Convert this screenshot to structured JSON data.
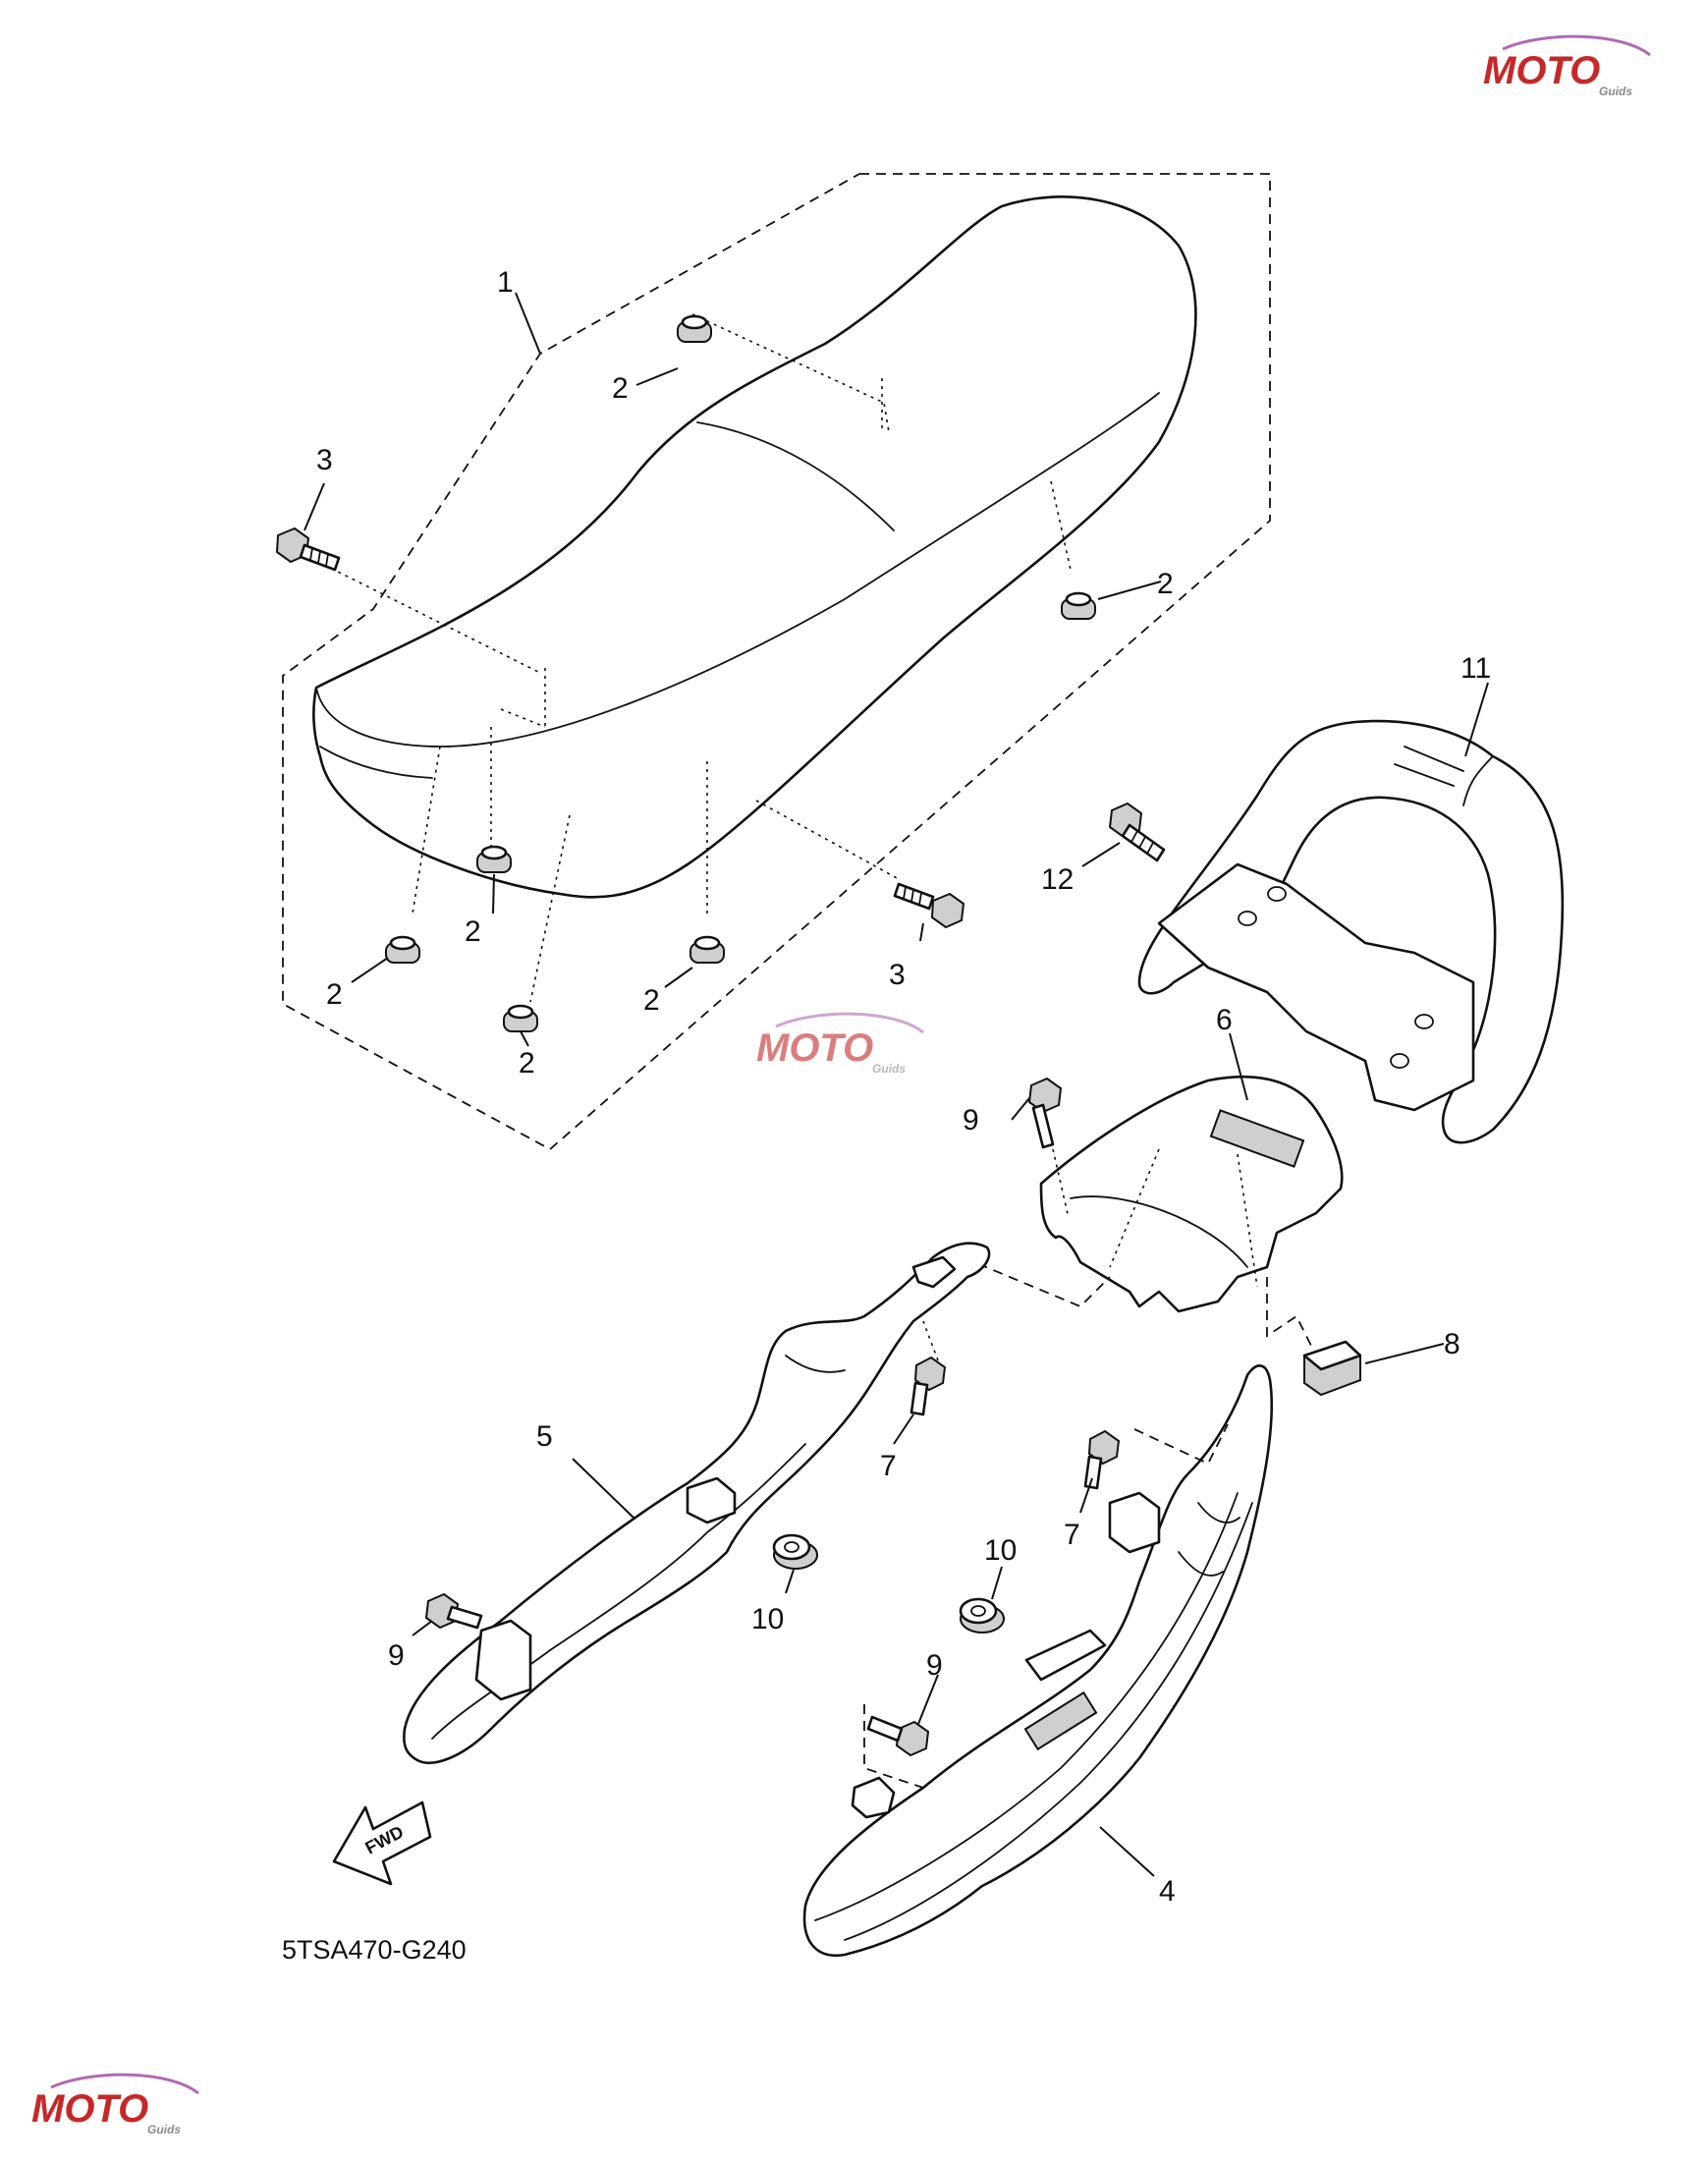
{
  "diagram": {
    "code": "5TSA470-G240",
    "fwd_label": "FWD",
    "callouts": {
      "n1": "1",
      "n2a": "2",
      "n2b": "2",
      "n2c": "2",
      "n2d": "2",
      "n2e": "2",
      "n2f": "2",
      "n3a": "3",
      "n3b": "3",
      "n4": "4",
      "n5": "5",
      "n6": "6",
      "n7a": "7",
      "n7b": "7",
      "n8": "8",
      "n9a": "9",
      "n9b": "9",
      "n9c": "9",
      "n10a": "10",
      "n10b": "10",
      "n11": "11",
      "n12": "12"
    }
  },
  "watermark": {
    "brand": "MOTO",
    "sub": "Guids",
    "colors": {
      "red": "#c62828",
      "grey": "#8a8a8a",
      "accent": "#b06ab3"
    }
  }
}
